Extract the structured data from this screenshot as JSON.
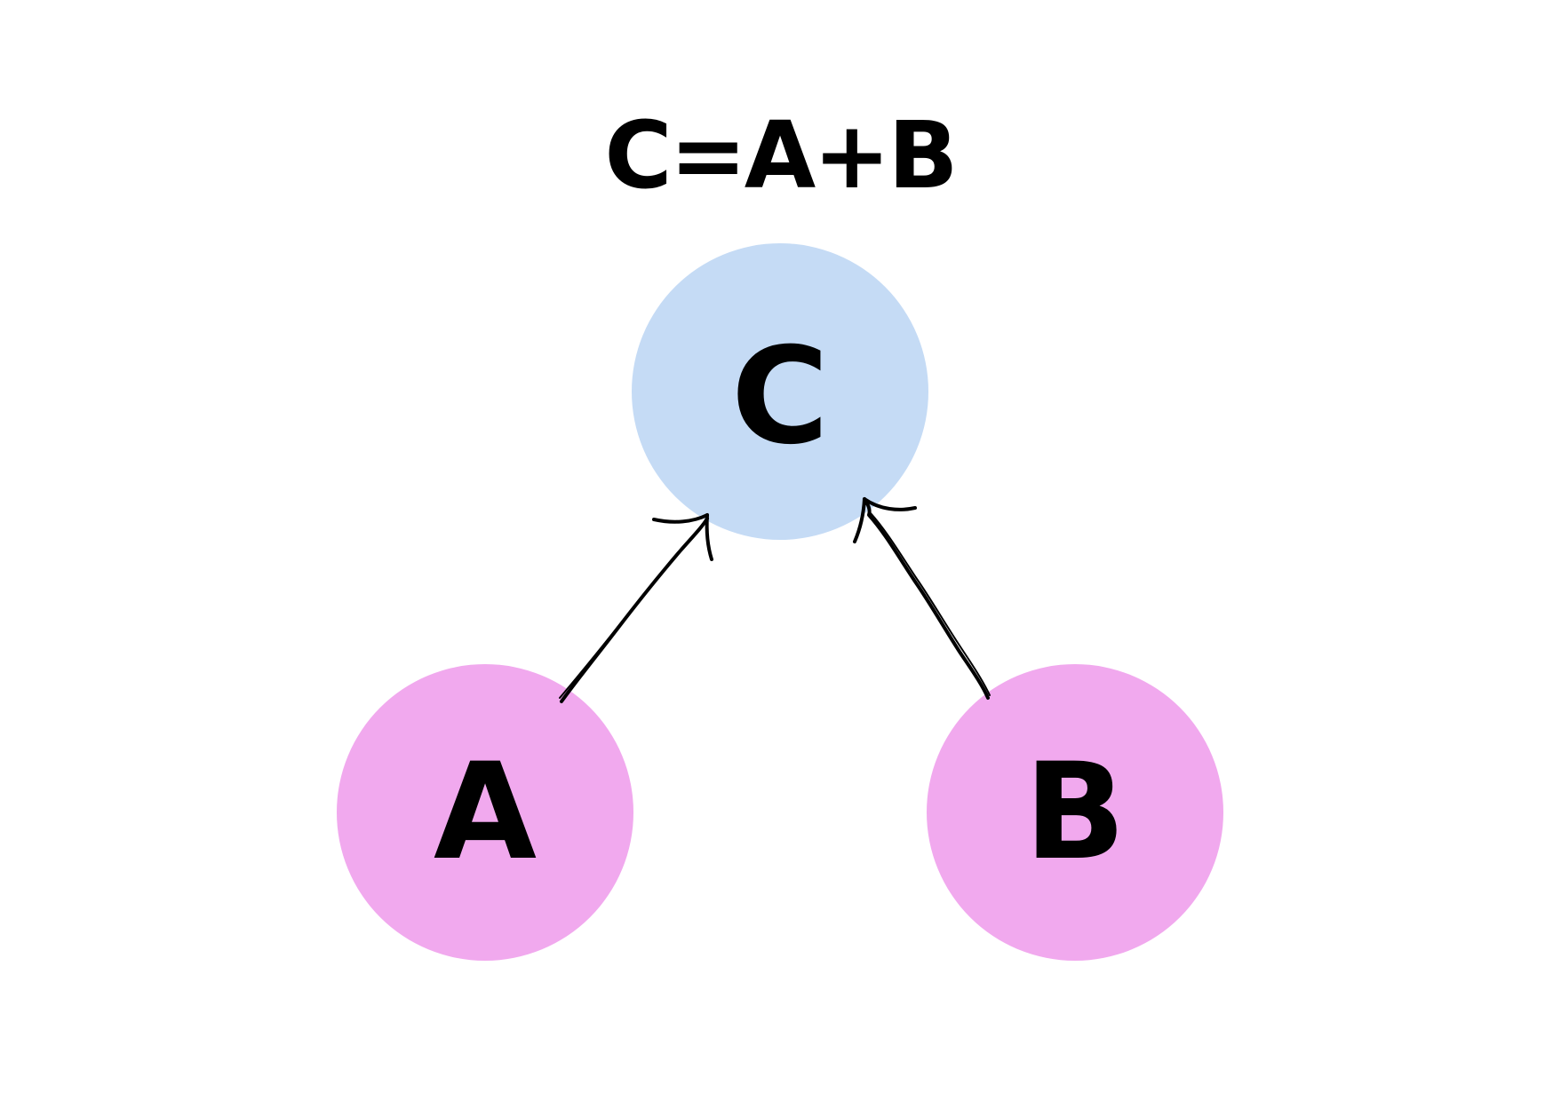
{
  "equation": "C=A+B",
  "nodes": {
    "c": {
      "label": "C",
      "color": "#c5dbf5"
    },
    "a": {
      "label": "A",
      "color": "#f1a9ee"
    },
    "b": {
      "label": "B",
      "color": "#f1a9ee"
    }
  },
  "edges": [
    {
      "from": "A",
      "to": "C"
    },
    {
      "from": "B",
      "to": "C"
    }
  ]
}
